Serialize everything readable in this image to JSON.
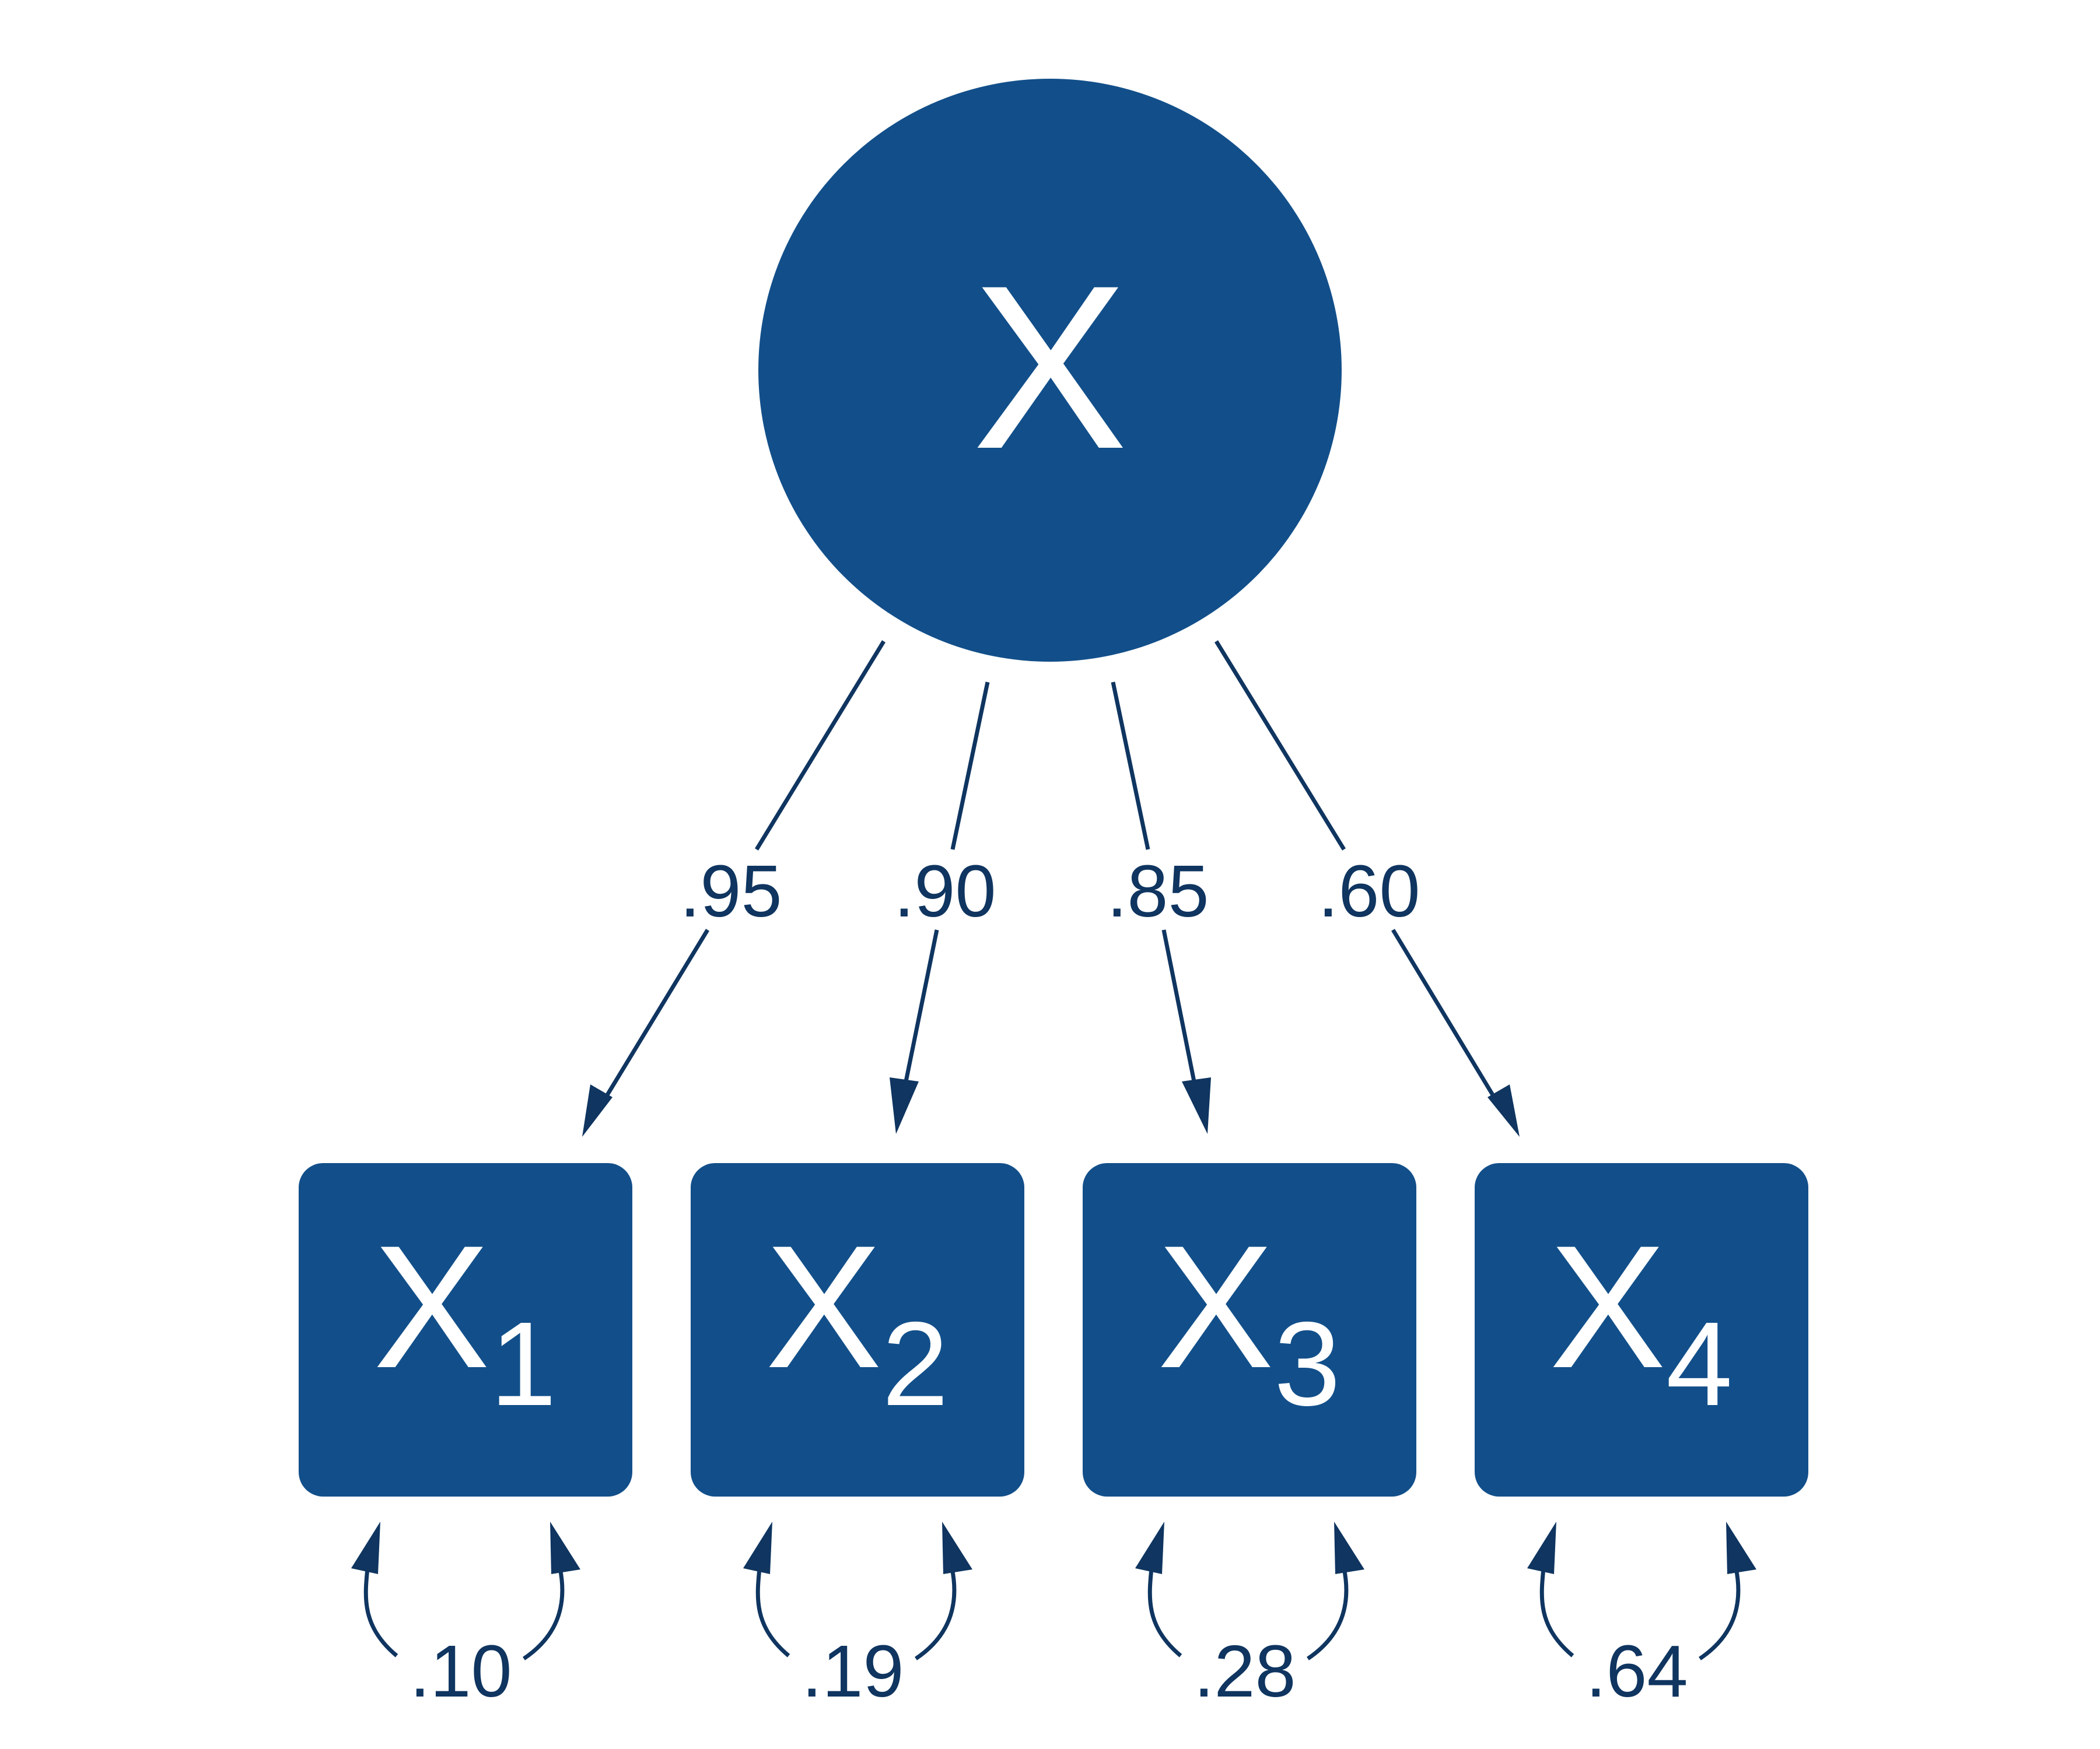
{
  "colors": {
    "node_fill": "#124f8a",
    "node_text": "#ffffff",
    "edge": "#0f3560"
  },
  "latent": {
    "label": "X"
  },
  "indicators": [
    {
      "base": "X",
      "sub": "1",
      "loading": ".95",
      "error": ".10"
    },
    {
      "base": "X",
      "sub": "2",
      "loading": ".90",
      "error": ".19"
    },
    {
      "base": "X",
      "sub": "3",
      "loading": ".85",
      "error": ".28"
    },
    {
      "base": "X",
      "sub": "4",
      "loading": ".60",
      "error": ".64"
    }
  ]
}
